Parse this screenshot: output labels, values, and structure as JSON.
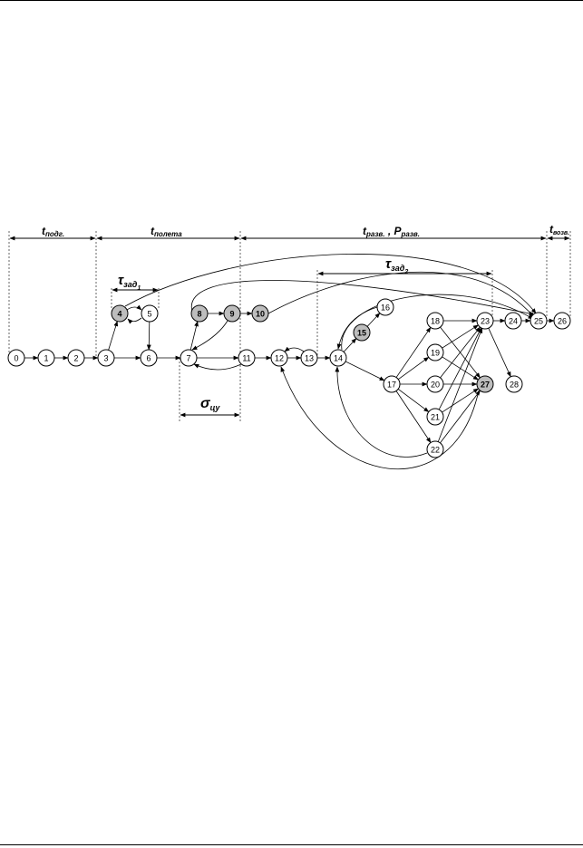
{
  "nodes": [
    {
      "id": "0",
      "highlighted": false
    },
    {
      "id": "1",
      "highlighted": false
    },
    {
      "id": "2",
      "highlighted": false
    },
    {
      "id": "3",
      "highlighted": false
    },
    {
      "id": "4",
      "highlighted": true
    },
    {
      "id": "5",
      "highlighted": false
    },
    {
      "id": "6",
      "highlighted": false
    },
    {
      "id": "7",
      "highlighted": false
    },
    {
      "id": "8",
      "highlighted": true
    },
    {
      "id": "9",
      "highlighted": true
    },
    {
      "id": "10",
      "highlighted": true
    },
    {
      "id": "11",
      "highlighted": false
    },
    {
      "id": "12",
      "highlighted": false
    },
    {
      "id": "13",
      "highlighted": false
    },
    {
      "id": "14",
      "highlighted": false
    },
    {
      "id": "15",
      "highlighted": true
    },
    {
      "id": "16",
      "highlighted": false
    },
    {
      "id": "17",
      "highlighted": false
    },
    {
      "id": "18",
      "highlighted": false
    },
    {
      "id": "19",
      "highlighted": false
    },
    {
      "id": "20",
      "highlighted": false
    },
    {
      "id": "21",
      "highlighted": false
    },
    {
      "id": "22",
      "highlighted": false
    },
    {
      "id": "23",
      "highlighted": false
    },
    {
      "id": "24",
      "highlighted": false
    },
    {
      "id": "25",
      "highlighted": false
    },
    {
      "id": "26",
      "highlighted": false
    },
    {
      "id": "27",
      "highlighted": true
    },
    {
      "id": "28",
      "highlighted": false
    }
  ],
  "edges": [
    [
      "0",
      "1"
    ],
    [
      "1",
      "2"
    ],
    [
      "2",
      "3"
    ],
    [
      "3",
      "4"
    ],
    [
      "3",
      "6"
    ],
    [
      "4",
      "5"
    ],
    [
      "5",
      "4"
    ],
    [
      "5",
      "6"
    ],
    [
      "6",
      "7"
    ],
    [
      "7",
      "8"
    ],
    [
      "8",
      "9"
    ],
    [
      "9",
      "10"
    ],
    [
      "9",
      "7"
    ],
    [
      "7",
      "11"
    ],
    [
      "11",
      "7"
    ],
    [
      "11",
      "12"
    ],
    [
      "12",
      "13"
    ],
    [
      "13",
      "12"
    ],
    [
      "13",
      "14"
    ],
    [
      "14",
      "15"
    ],
    [
      "15",
      "16"
    ],
    [
      "16",
      "14"
    ],
    [
      "14",
      "17"
    ],
    [
      "17",
      "18"
    ],
    [
      "17",
      "19"
    ],
    [
      "17",
      "20"
    ],
    [
      "17",
      "21"
    ],
    [
      "17",
      "22"
    ],
    [
      "18",
      "23"
    ],
    [
      "18",
      "27"
    ],
    [
      "19",
      "23"
    ],
    [
      "19",
      "27"
    ],
    [
      "20",
      "23"
    ],
    [
      "20",
      "27"
    ],
    [
      "21",
      "23"
    ],
    [
      "21",
      "27"
    ],
    [
      "22",
      "23"
    ],
    [
      "22",
      "27"
    ],
    [
      "23",
      "24"
    ],
    [
      "24",
      "25"
    ],
    [
      "25",
      "26"
    ],
    [
      "23",
      "28"
    ],
    [
      "4",
      "25"
    ],
    [
      "8",
      "25"
    ],
    [
      "10",
      "25"
    ],
    [
      "14",
      "25"
    ],
    [
      "22",
      "14"
    ],
    [
      "27",
      "12"
    ]
  ],
  "labels": {
    "t_podg_main": "t",
    "t_podg_sub": "подг.",
    "t_poleta_main": "t",
    "t_poleta_sub": "полета",
    "t_razv_main": "t",
    "t_razv_sub": "разв.",
    "sep": " , ",
    "p_razv_main": "P",
    "p_razv_sub": "разв.",
    "t_vozv_main": "t",
    "t_vozv_sub": "возв.",
    "tau1_main": "τ",
    "tau1_sub": "зад",
    "tau1_subsub": "1",
    "tau2_main": "τ",
    "tau2_sub": "зад",
    "tau2_subsub": "2",
    "sigma_main": "σ",
    "sigma_sub": "цу"
  }
}
